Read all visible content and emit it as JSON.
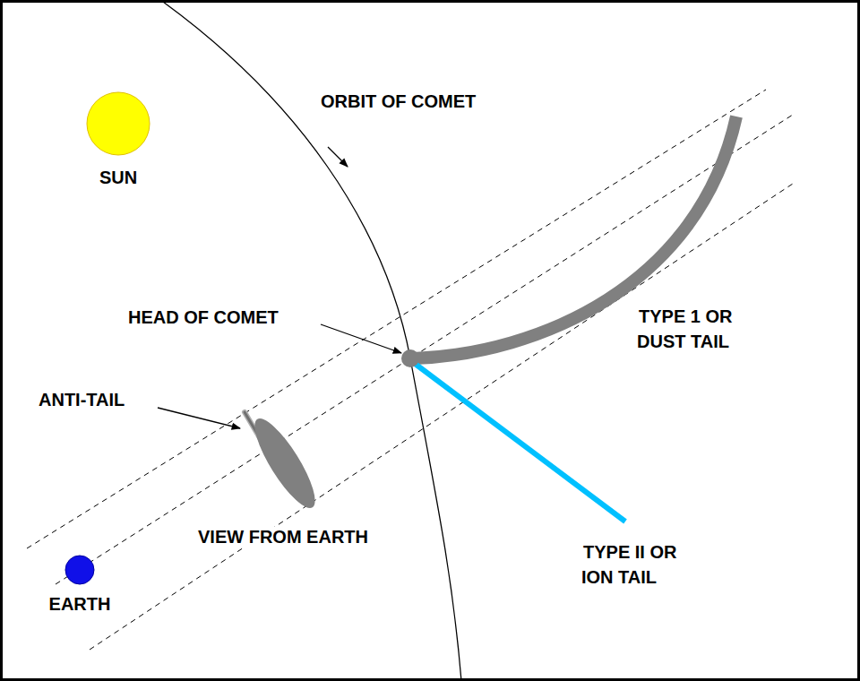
{
  "diagram": {
    "nodes": [
      {
        "text": [
          "SUN"
        ]
      },
      {
        "text": [
          "EARTH"
        ]
      }
    ],
    "labels": [
      "ORBIT OF COMET",
      "HEAD OF COMET",
      "TYPE 1 OR DUST TAIL",
      "ANTI-TAIL",
      "VIEW FROM EARTH",
      "TYPE II OR ION TAIL"
    ]
  }
}
